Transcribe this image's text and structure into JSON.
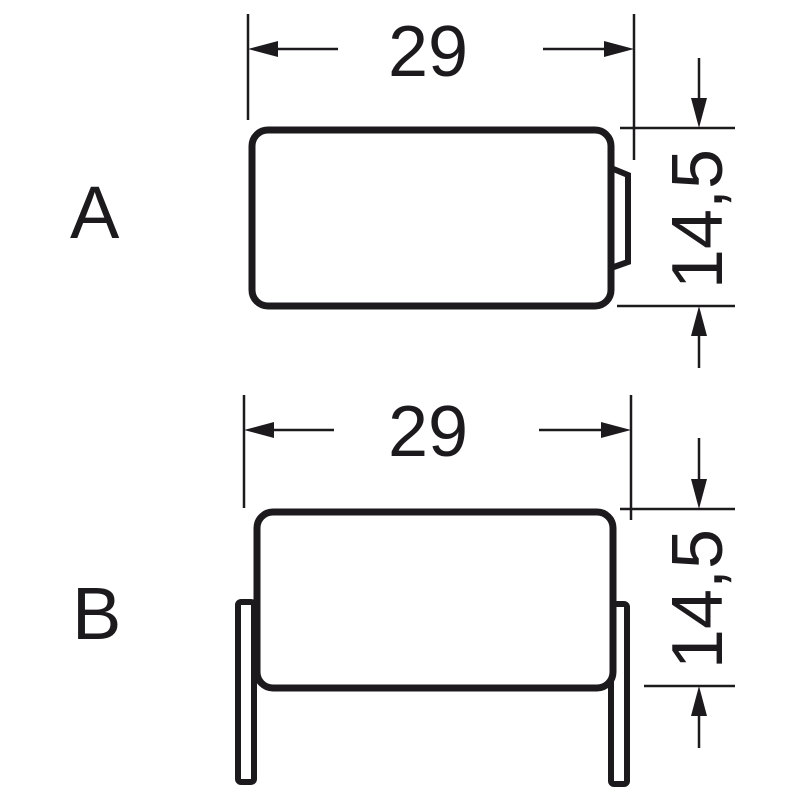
{
  "diagram": {
    "stroke_color": "#1c1a1d",
    "background": "#ffffff",
    "variants": [
      {
        "label": "A",
        "description": "battery without solder tags, end cap on right",
        "width_dim": "29",
        "height_dim": "14,5"
      },
      {
        "label": "B",
        "description": "battery with solder tags on both ends",
        "width_dim": "29",
        "height_dim": "14,5"
      }
    ]
  }
}
